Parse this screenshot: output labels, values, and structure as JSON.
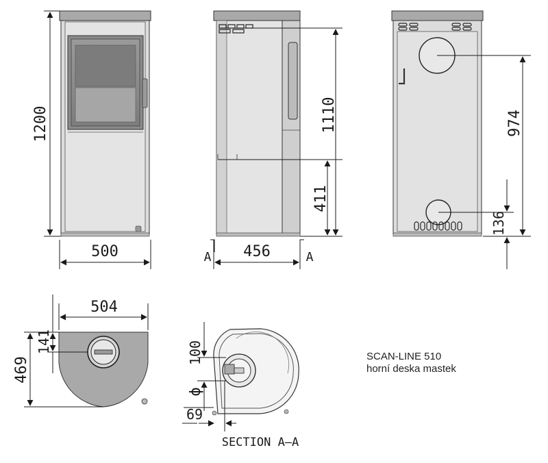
{
  "product": {
    "name": "SCAN-LINE 510",
    "top_variant": "horní deska mastek"
  },
  "dimensions": {
    "front_height": "1200",
    "front_width": "500",
    "side_height": "1110",
    "side_lower_height": "411",
    "side_width": "456",
    "rear_flue_height": "974",
    "rear_lower_outlet_height": "136",
    "top_width": "504",
    "top_depth": "469",
    "top_flue_offset": "141",
    "section_diameter": "100",
    "section_offset": "69",
    "diameter_symbol": "ϕ"
  },
  "section": {
    "marker_left": "A",
    "marker_right": "A",
    "title": "SECTION A–A"
  }
}
